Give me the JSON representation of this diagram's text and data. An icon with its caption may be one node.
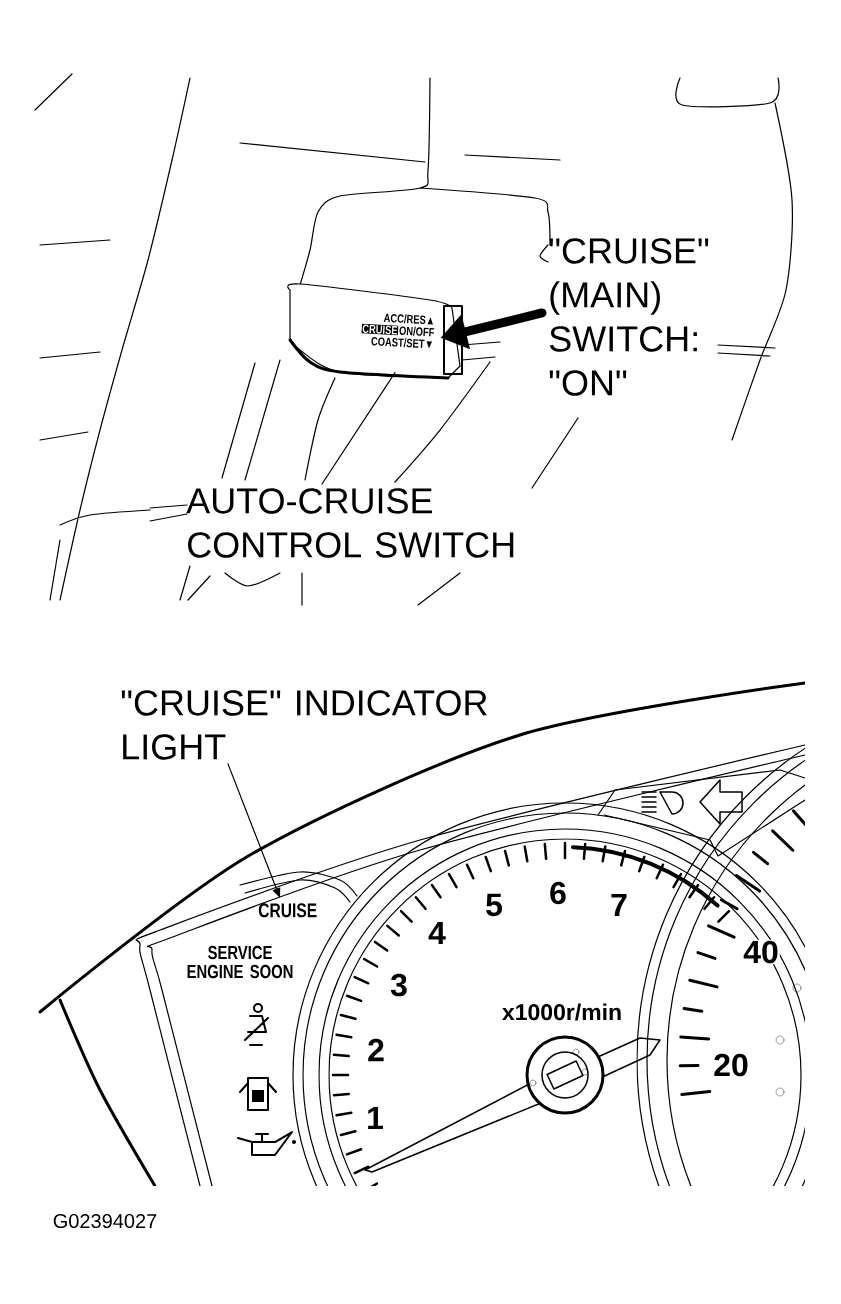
{
  "diagram": {
    "nodes": [
      {
        "text": [
          "\"CRUISE\" (MAIN) SWITCH: \"ON\""
        ]
      },
      {
        "text": [
          "ACC/RES▲",
          "CRUISE",
          "ON/OFF",
          "COAST/SET▼"
        ]
      },
      {
        "text": [
          "AUTO-CRUISE CONTROL SWITCH"
        ]
      },
      {
        "text": [
          "\"CRUISE\" INDICATOR LIGHT"
        ]
      },
      {
        "text": [
          "CRUISE"
        ]
      }
    ],
    "edges": [
      {
        "from": 0,
        "to": 1,
        "arrow": "to",
        "style": "thick"
      },
      {
        "from": 2,
        "to": 1,
        "arrow": "none"
      },
      {
        "from": 3,
        "to": 4,
        "arrow": "to"
      }
    ],
    "labels": [
      "SERVICE ENGINE SOON",
      "1",
      "2",
      "3",
      "4",
      "5",
      "6",
      "7",
      "x1000r/min",
      "40",
      "20",
      "G02394027"
    ]
  }
}
